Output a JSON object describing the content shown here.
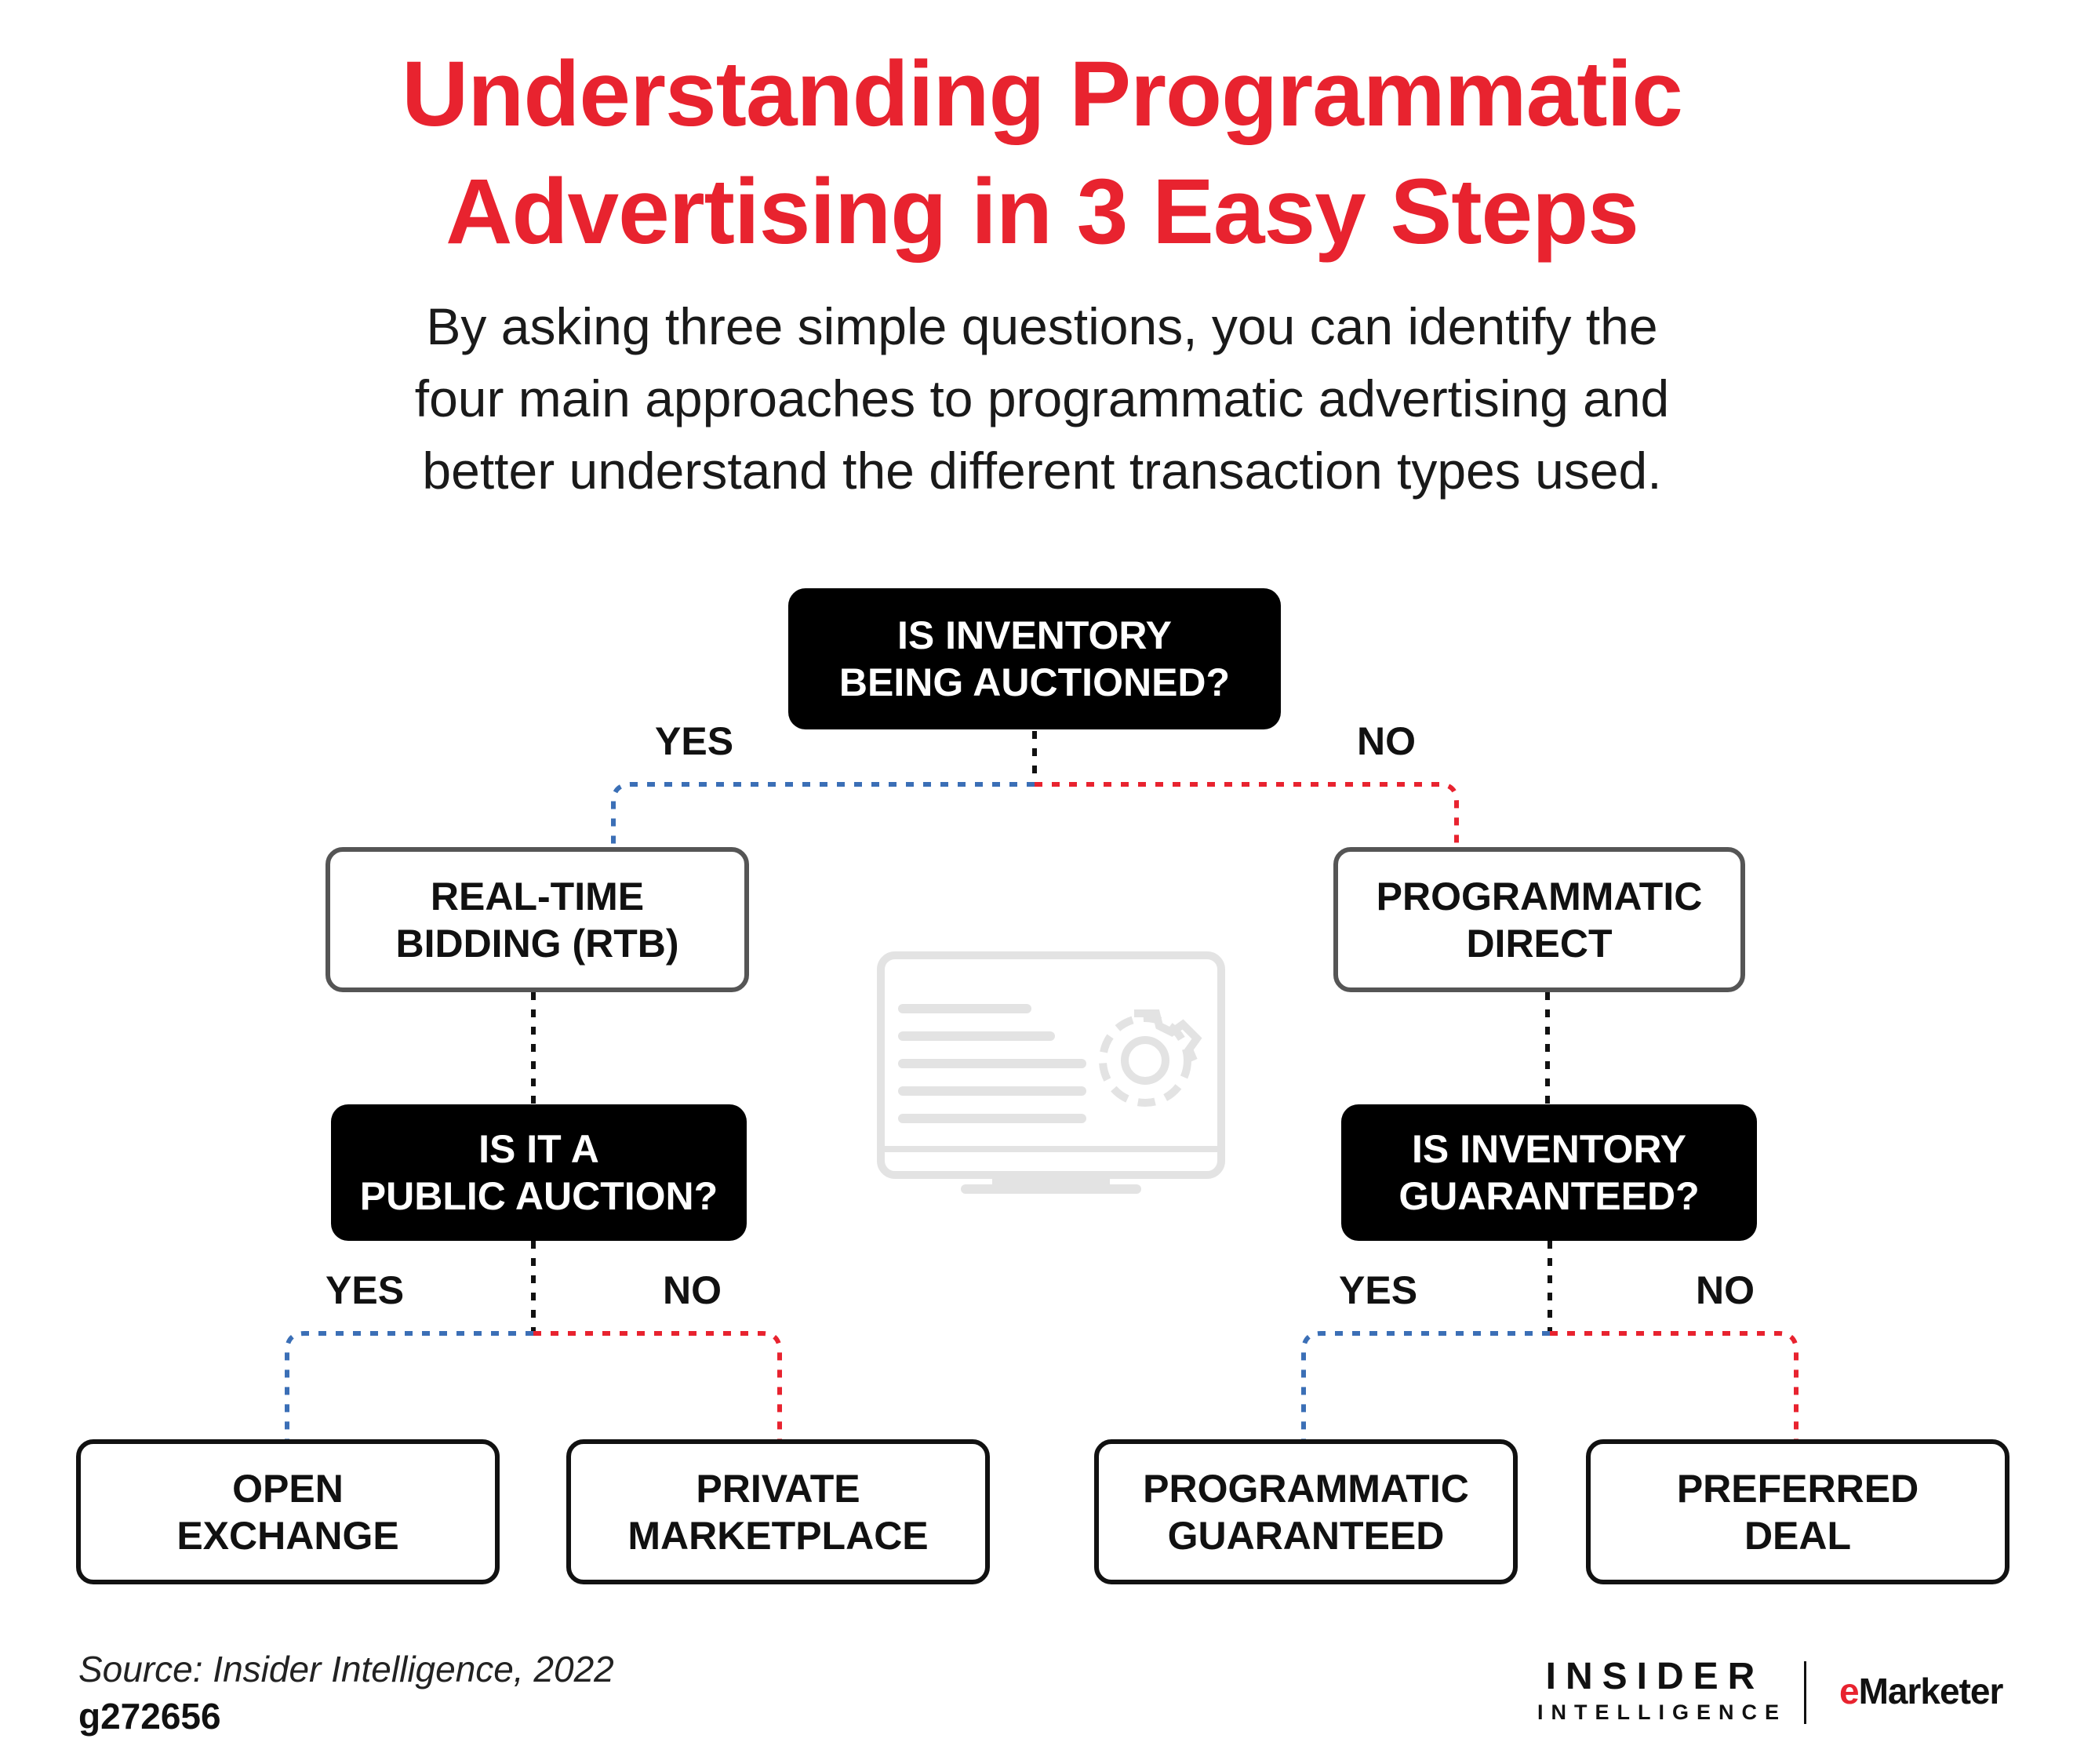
{
  "title": {
    "line1": "Understanding Programmatic",
    "line2": "Advertising in 3 Easy Steps"
  },
  "subtitle": {
    "line1": "By asking three simple questions, you can identify the",
    "line2": "four main approaches to programmatic advertising and",
    "line3": "better understand the different transaction types used."
  },
  "diagram": {
    "q1": {
      "line1": "IS INVENTORY",
      "line2": "BEING AUCTIONED?"
    },
    "q1_yes": "YES",
    "q1_no": "NO",
    "rtb": {
      "line1": "REAL-TIME",
      "line2": "BIDDING (RTB)"
    },
    "direct": {
      "line1": "PROGRAMMATIC",
      "line2": "DIRECT"
    },
    "q2": {
      "line1": "IS IT A",
      "line2": "PUBLIC AUCTION?"
    },
    "q2_yes": "YES",
    "q2_no": "NO",
    "q3": {
      "line1": "IS INVENTORY",
      "line2": "GUARANTEED?"
    },
    "q3_yes": "YES",
    "q3_no": "NO",
    "open_exchange": {
      "line1": "OPEN",
      "line2": "EXCHANGE"
    },
    "private_marketplace": {
      "line1": "PRIVATE",
      "line2": "MARKETPLACE"
    },
    "programmatic_guaranteed": {
      "line1": "PROGRAMMATIC",
      "line2": "GUARANTEED"
    },
    "preferred_deal": {
      "line1": "PREFERRED",
      "line2": "DEAL"
    },
    "center_icon": "monitor-settings-icon"
  },
  "footer": {
    "source": "Source: Insider Intelligence, 2022",
    "id": "g272656",
    "logo_insider": "INSIDER",
    "logo_intelligence": "INTELLIGENCE",
    "logo_e": "e",
    "logo_marketer": "Marketer"
  },
  "colors": {
    "title_red": "#e8232f",
    "yes_blue": "#3b6fb6",
    "no_red": "#e8232f",
    "connector_black": "#111111",
    "icon_gray": "#e3e3e3"
  }
}
